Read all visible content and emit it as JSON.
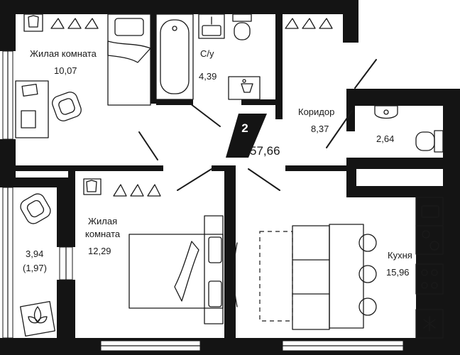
{
  "apartment": {
    "rooms_count": "2",
    "total_area": "57,66"
  },
  "rooms": {
    "living1": {
      "name": "Жилая комната",
      "area": "10,07"
    },
    "bathroom": {
      "name": "С/у",
      "area": "4,39"
    },
    "corridor": {
      "name": "Коридор",
      "area": "8,37"
    },
    "wc": {
      "name": "",
      "area": "2,64"
    },
    "living2": {
      "name_line1": "Жилая",
      "name_line2": "комната",
      "area": "12,29"
    },
    "balcony": {
      "area": "3,94",
      "area_reduced": "(1,97)"
    },
    "kitchen": {
      "name": "Кухня",
      "area": "15,96"
    }
  },
  "icons": [
    "wardrobe-icon",
    "bed-icon",
    "armchair-icon",
    "desk-icon",
    "bathtub-icon",
    "sink-icon",
    "toilet-icon",
    "washing-machine-icon",
    "hob-icon",
    "oven-icon",
    "fridge-icon",
    "plant-icon",
    "dining-table-icon",
    "sofa-icon"
  ]
}
